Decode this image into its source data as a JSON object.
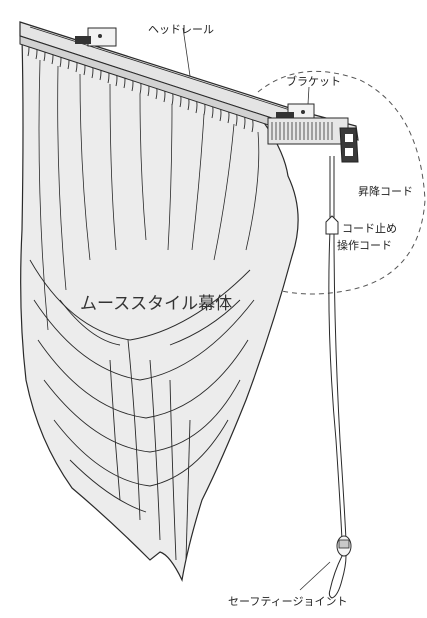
{
  "labels": {
    "head_rail": "ヘッドレール",
    "bracket": "ブラケット",
    "lift_cord": "昇降コード",
    "cord_stopper": "コード止め",
    "operation_cord": "操作コード",
    "curtain_body": "ムーススタイル幕体",
    "safety_joint": "セーフティージョイント"
  },
  "colors": {
    "line": "#2a2a2a",
    "fabric": "#ebebeb",
    "rail": "#e4e4e4",
    "dark": "#333333"
  }
}
